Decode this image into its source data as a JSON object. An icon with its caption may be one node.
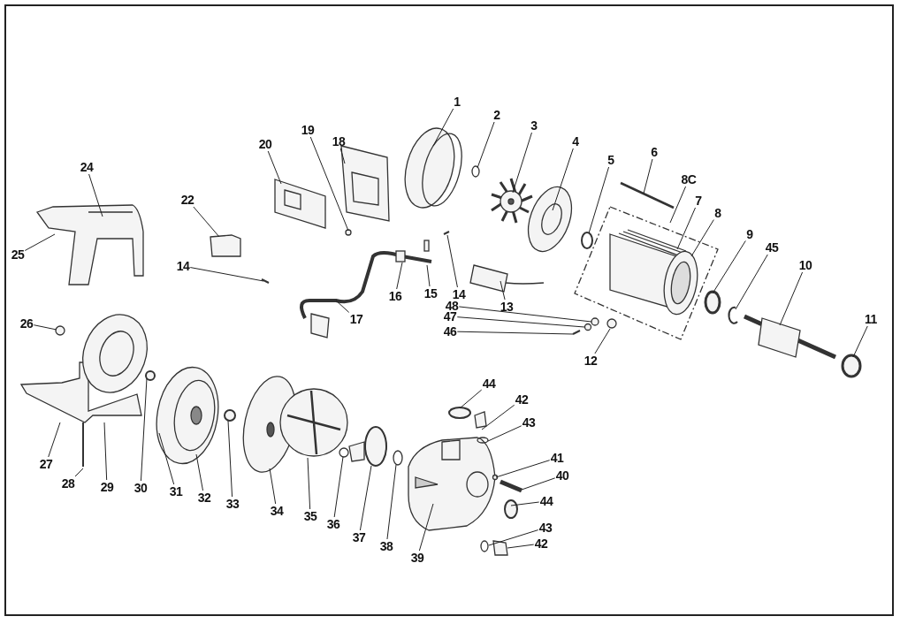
{
  "diagram": {
    "nodes": [
      {
        "text": [
          "1"
        ]
      },
      {
        "text": [
          "2"
        ]
      },
      {
        "text": [
          "3"
        ]
      },
      {
        "text": [
          "4"
        ]
      },
      {
        "text": [
          "5"
        ]
      },
      {
        "text": [
          "6"
        ]
      },
      {
        "text": [
          "8C"
        ]
      },
      {
        "text": [
          "7"
        ]
      },
      {
        "text": [
          "8"
        ]
      },
      {
        "text": [
          "9"
        ]
      },
      {
        "text": [
          "45"
        ]
      },
      {
        "text": [
          "10"
        ]
      },
      {
        "text": [
          "11"
        ]
      },
      {
        "text": [
          "12"
        ]
      },
      {
        "text": [
          "13"
        ]
      },
      {
        "text": [
          "14"
        ]
      },
      {
        "text": [
          "15"
        ]
      },
      {
        "text": [
          "16"
        ]
      },
      {
        "text": [
          "17"
        ]
      },
      {
        "text": [
          "18"
        ]
      },
      {
        "text": [
          "19"
        ]
      },
      {
        "text": [
          "20"
        ]
      },
      {
        "text": [
          "22"
        ]
      },
      {
        "text": [
          "24"
        ]
      },
      {
        "text": [
          "25"
        ]
      },
      {
        "text": [
          "14"
        ]
      },
      {
        "text": [
          "26"
        ]
      },
      {
        "text": [
          "27"
        ]
      },
      {
        "text": [
          "28"
        ]
      },
      {
        "text": [
          "29"
        ]
      },
      {
        "text": [
          "30"
        ]
      },
      {
        "text": [
          "31"
        ]
      },
      {
        "text": [
          "32"
        ]
      },
      {
        "text": [
          "33"
        ]
      },
      {
        "text": [
          "34"
        ]
      },
      {
        "text": [
          "35"
        ]
      },
      {
        "text": [
          "36"
        ]
      },
      {
        "text": [
          "37"
        ]
      },
      {
        "text": [
          "38"
        ]
      },
      {
        "text": [
          "39"
        ]
      },
      {
        "text": [
          "40"
        ]
      },
      {
        "text": [
          "41"
        ]
      },
      {
        "text": [
          "42"
        ]
      },
      {
        "text": [
          "43"
        ]
      },
      {
        "text": [
          "44"
        ]
      },
      {
        "text": [
          "44"
        ]
      },
      {
        "text": [
          "43"
        ]
      },
      {
        "text": [
          "42"
        ]
      },
      {
        "text": [
          "46"
        ]
      },
      {
        "text": [
          "47"
        ]
      },
      {
        "text": [
          "48"
        ]
      }
    ],
    "edges": [
      {
        "from": 0,
        "to": null,
        "arrow": "none"
      },
      {
        "from": 1,
        "to": null,
        "arrow": "none"
      },
      {
        "from": 2,
        "to": null,
        "arrow": "none"
      },
      {
        "from": 3,
        "to": null,
        "arrow": "none"
      },
      {
        "from": 4,
        "to": null,
        "arrow": "none"
      },
      {
        "from": 5,
        "to": null,
        "arrow": "none"
      },
      {
        "from": 6,
        "to": null,
        "arrow": "none"
      },
      {
        "from": 7,
        "to": null,
        "arrow": "none"
      },
      {
        "from": 8,
        "to": null,
        "arrow": "none"
      },
      {
        "from": 9,
        "to": null,
        "arrow": "none"
      },
      {
        "from": 10,
        "to": null,
        "arrow": "none"
      },
      {
        "from": 11,
        "to": null,
        "arrow": "none"
      },
      {
        "from": 12,
        "to": null,
        "arrow": "none"
      },
      {
        "from": 13,
        "to": null,
        "arrow": "none"
      },
      {
        "from": 14,
        "to": null,
        "arrow": "none"
      },
      {
        "from": 15,
        "to": null,
        "arrow": "none"
      },
      {
        "from": 16,
        "to": null,
        "arrow": "none"
      },
      {
        "from": 17,
        "to": null,
        "arrow": "none"
      },
      {
        "from": 18,
        "to": null,
        "arrow": "none"
      },
      {
        "from": 19,
        "to": null,
        "arrow": "none"
      },
      {
        "from": 20,
        "to": null,
        "arrow": "none"
      },
      {
        "from": 21,
        "to": null,
        "arrow": "none"
      },
      {
        "from": 22,
        "to": null,
        "arrow": "none"
      },
      {
        "from": 23,
        "to": null,
        "arrow": "none"
      },
      {
        "from": 24,
        "to": null,
        "arrow": "none"
      },
      {
        "from": 25,
        "to": null,
        "arrow": "none"
      },
      {
        "from": 26,
        "to": null,
        "arrow": "none"
      },
      {
        "from": 27,
        "to": null,
        "arrow": "none"
      },
      {
        "from": 28,
        "to": null,
        "arrow": "none"
      },
      {
        "from": 29,
        "to": null,
        "arrow": "none"
      },
      {
        "from": 30,
        "to": null,
        "arrow": "none"
      },
      {
        "from": 31,
        "to": null,
        "arrow": "none"
      },
      {
        "from": 32,
        "to": null,
        "arrow": "none"
      },
      {
        "from": 33,
        "to": null,
        "arrow": "none"
      },
      {
        "from": 34,
        "to": null,
        "arrow": "none"
      },
      {
        "from": 35,
        "to": null,
        "arrow": "none"
      },
      {
        "from": 36,
        "to": null,
        "arrow": "none"
      },
      {
        "from": 37,
        "to": null,
        "arrow": "none"
      },
      {
        "from": 38,
        "to": null,
        "arrow": "none"
      },
      {
        "from": 39,
        "to": null,
        "arrow": "none"
      },
      {
        "from": 40,
        "to": null,
        "arrow": "none"
      },
      {
        "from": 41,
        "to": null,
        "arrow": "none"
      },
      {
        "from": 42,
        "to": null,
        "arrow": "none"
      },
      {
        "from": 43,
        "to": null,
        "arrow": "none"
      },
      {
        "from": 44,
        "to": null,
        "arrow": "none"
      },
      {
        "from": 45,
        "to": null,
        "arrow": "none"
      },
      {
        "from": 46,
        "to": null,
        "arrow": "none"
      },
      {
        "from": 47,
        "to": null,
        "arrow": "none"
      },
      {
        "from": 48,
        "to": null,
        "arrow": "none"
      },
      {
        "from": 49,
        "to": null,
        "arrow": "none"
      },
      {
        "from": 50,
        "to": null,
        "arrow": "none"
      }
    ]
  }
}
